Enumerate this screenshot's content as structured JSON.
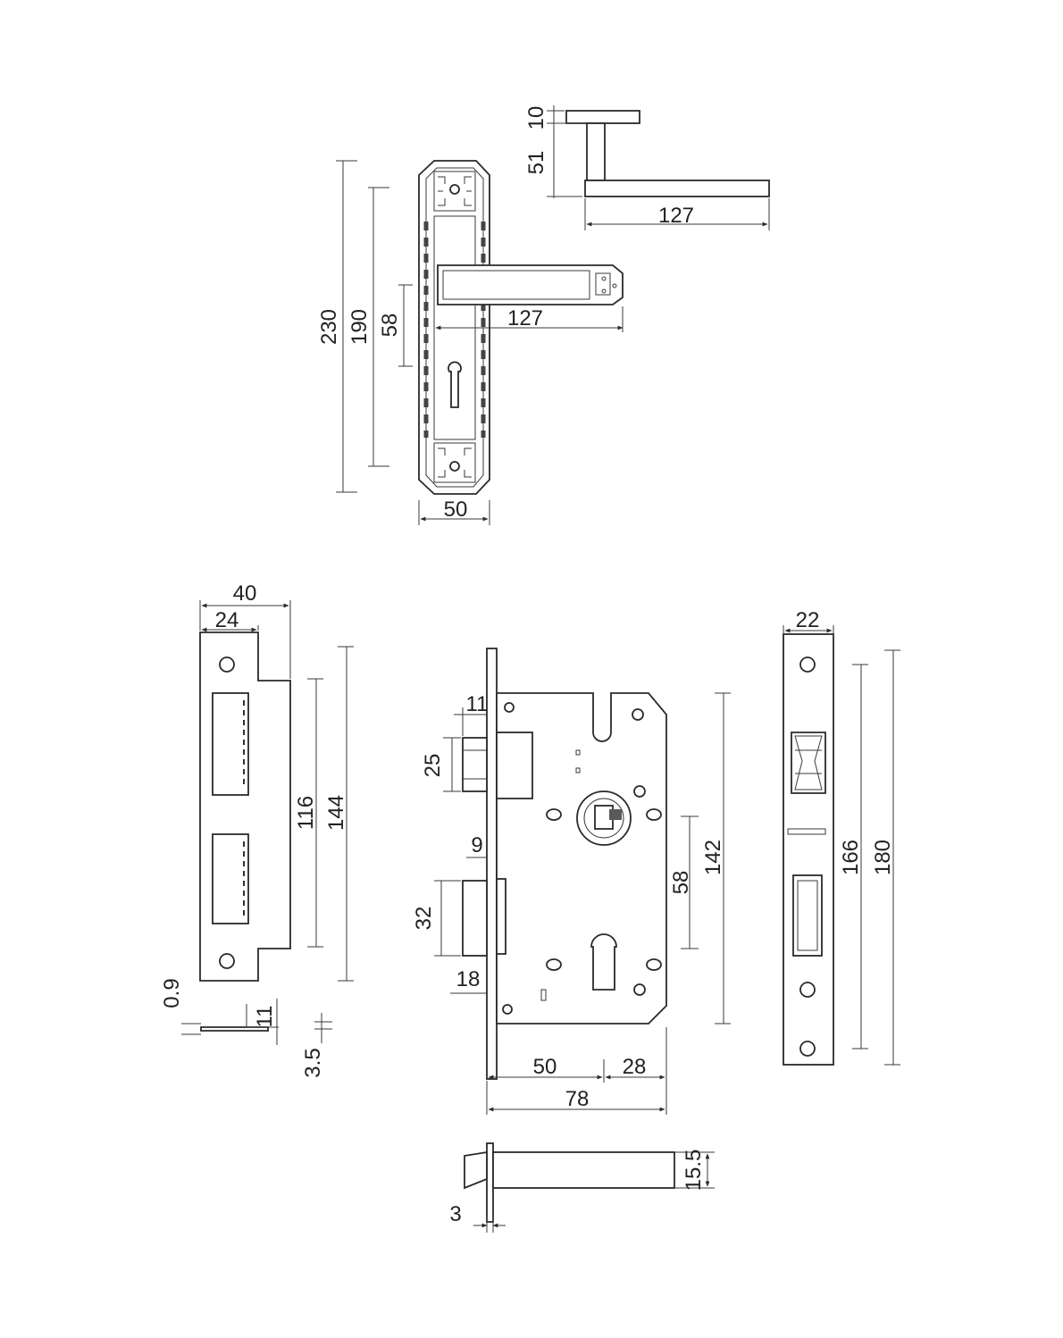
{
  "colors": {
    "line": "#2a2a2a",
    "background": "#ffffff"
  },
  "dims": {
    "handle_thickness": "10",
    "handle_projection": "51",
    "handle_length_side": "127",
    "plate_height": "230",
    "screw_spacing": "190",
    "handle_to_key": "58",
    "handle_length_front": "127",
    "plate_width": "50",
    "strike_width": "40",
    "strike_inner": "24",
    "strike_height_inner": "116",
    "strike_height": "144",
    "strike_thickness": "0.9",
    "strike_lip": "11",
    "strike_offset": "3.5",
    "latch_proj": "11",
    "latch_h": "25",
    "bolt_proj": "9",
    "bolt_h": "32",
    "bolt_depth": "18",
    "backset": "50",
    "case_rear": "28",
    "case_depth": "78",
    "centre_distance": "58",
    "case_height": "142",
    "faceplate_width": "22",
    "faceplate_screw": "166",
    "faceplate_height": "180",
    "faceplate_thick": "3",
    "faceplate_side_h": "15.5"
  }
}
